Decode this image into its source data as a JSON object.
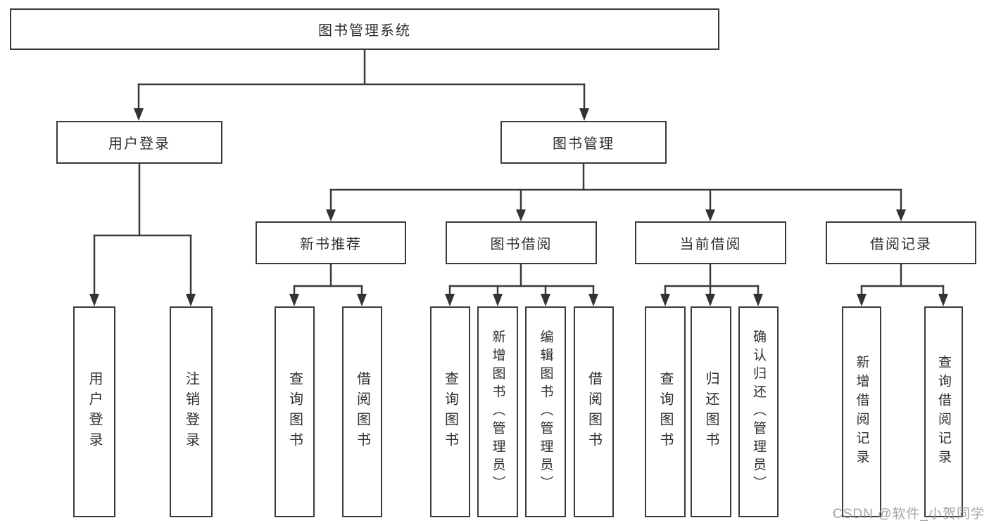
{
  "tree": {
    "root": {
      "label": "图书管理系统"
    },
    "branches": [
      {
        "label": "用户登录",
        "leaves": [
          {
            "label": "用户登录"
          },
          {
            "label": "注销登录"
          }
        ]
      },
      {
        "label": "图书管理",
        "groups": [
          {
            "label": "新书推荐",
            "leaves": [
              {
                "label": "查询图书"
              },
              {
                "label": "借阅图书"
              }
            ]
          },
          {
            "label": "图书借阅",
            "leaves": [
              {
                "label": "查询图书"
              },
              {
                "label": "新增图书（管理员）"
              },
              {
                "label": "编辑图书（管理员）"
              },
              {
                "label": "借阅图书"
              }
            ]
          },
          {
            "label": "当前借阅",
            "leaves": [
              {
                "label": "查询图书"
              },
              {
                "label": "归还图书"
              },
              {
                "label": "确认归还（管理员）"
              }
            ]
          },
          {
            "label": "借阅记录",
            "leaves": [
              {
                "label": "新增借阅记录"
              },
              {
                "label": "查询借阅记录"
              }
            ]
          }
        ]
      }
    ]
  },
  "watermark": {
    "text": "CSDN @软件_小贺同学"
  },
  "colors": {
    "line": "#3a3a3a",
    "arrow": "#333333",
    "box_border": "#3a3a3a",
    "text": "#2e2e2e",
    "watermark": "#9d9d9d",
    "background": "#ffffff"
  }
}
